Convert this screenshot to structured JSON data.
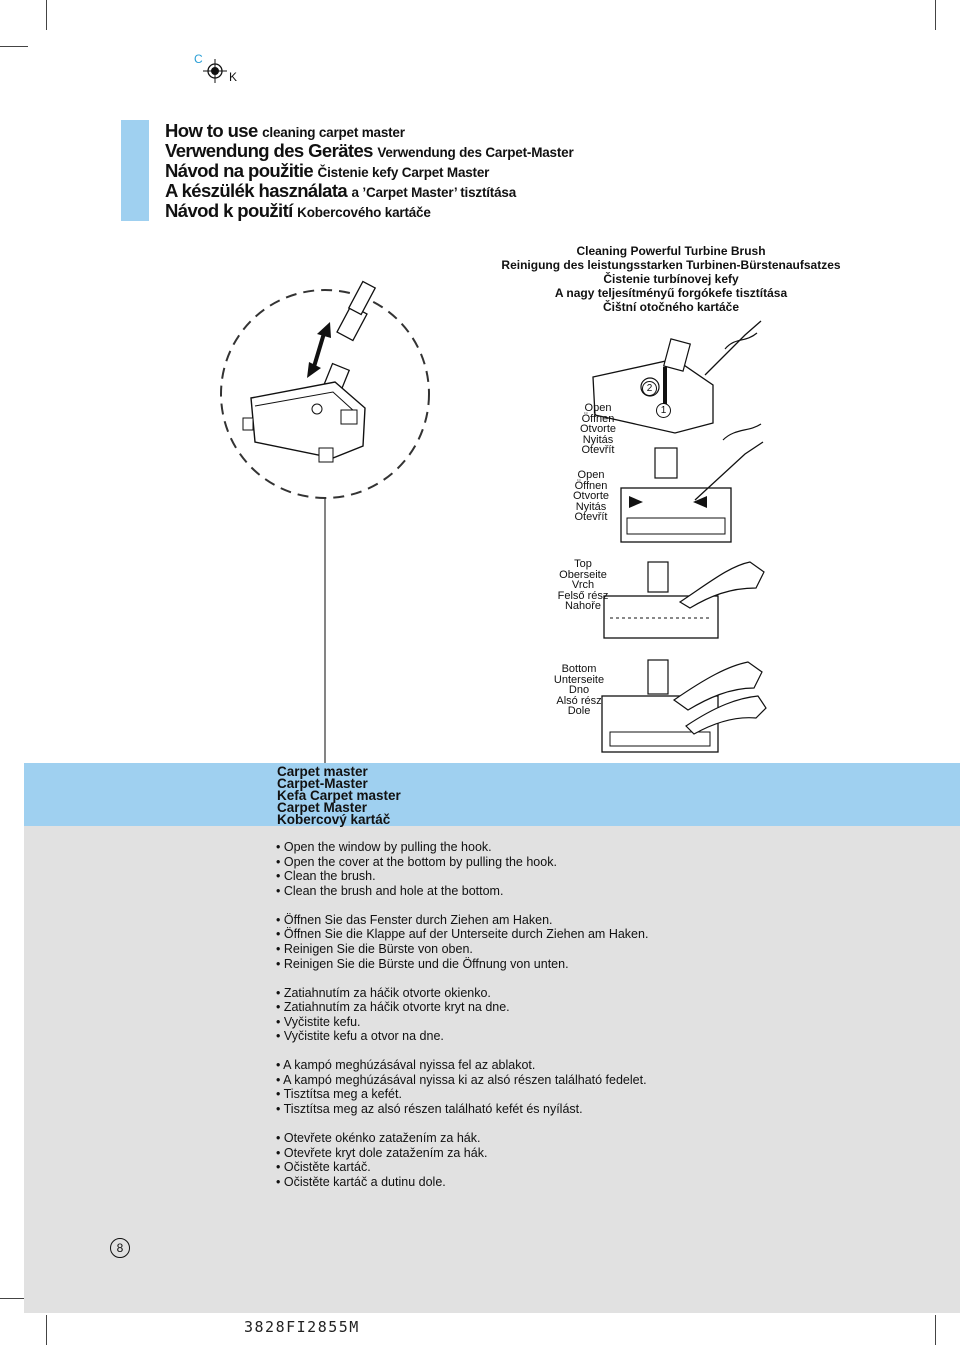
{
  "registration": {
    "c": "C",
    "k": "K"
  },
  "header": {
    "lines": [
      {
        "big": "How to use",
        "small": "cleaning carpet master"
      },
      {
        "big": "Verwendung des Gerätes",
        "small": "Verwendung des Carpet-Master"
      },
      {
        "big": "Návod na použitie",
        "small": "Čistenie kefy Carpet Master"
      },
      {
        "big": "A készülék használata",
        "small": "a ’Carpet Master’ tisztítása"
      },
      {
        "big": "Návod k použití",
        "small": "Kobercového kartáče"
      }
    ]
  },
  "subheading": [
    "Cleaning Powerful Turbine Brush",
    "Reinigung des leistungsstarken Turbinen-Bürstenaufsatzes",
    "Čistenie turbínovej kefy",
    "A nagy teljesítményű forgókefe tisztítása",
    "Čištní otočného kartáče"
  ],
  "labels": {
    "open1": [
      "Open",
      "Öffnen",
      "Otvorte",
      "Nyitás",
      "Otevřít"
    ],
    "open2": [
      "Open",
      "Öffnen",
      "Otvorte",
      "Nyitás",
      "Otevřít"
    ],
    "top": [
      "Top",
      "Oberseite",
      "Vrch",
      "Felső rész",
      "Nahoře"
    ],
    "bottom": [
      "Bottom",
      "Unterseite",
      "Dno",
      "Alsó rész",
      "Dole"
    ],
    "step1": "1",
    "step2": "2"
  },
  "band": [
    "Carpet master",
    "Carpet-Master",
    "Kefa Carpet master",
    "Carpet Master",
    "Kobercový kartáč"
  ],
  "instructions": [
    [
      "• Open the window by pulling the hook.",
      "• Open the cover at the bottom by pulling the hook.",
      "• Clean the brush.",
      "• Clean the brush and hole at the bottom."
    ],
    [
      "• Öffnen Sie das Fenster durch Ziehen am Haken.",
      "• Öffnen Sie die Klappe auf der Unterseite durch Ziehen am Haken.",
      "• Reinigen Sie die Bürste von oben.",
      "• Reinigen Sie die Bürste und die Öffnung von unten."
    ],
    [
      "• Zatiahnutím za háčik otvorte okienko.",
      "• Zatiahnutím za háčik otvorte kryt na dne.",
      "• Vyčistite kefu.",
      "• Vyčistite kefu a otvor na dne."
    ],
    [
      "• A kampó meghúzásával nyissa fel az ablakot.",
      "• A kampó meghúzásával nyissa ki az alsó részen található fedelet.",
      "• Tisztítsa meg a kefét.",
      "• Tisztítsa meg az alsó részen található kefét és nyílást."
    ],
    [
      "• Otevřete okénko zatažením za hák.",
      "• Otevřete kryt dole zatažením za hák.",
      "• Očistěte kartáč.",
      "• Očistěte kartáč a dutinu dole."
    ]
  ],
  "page_number": "8",
  "doc_code": "3828FI2855M",
  "colors": {
    "accent_blue": "#9fd0f0",
    "panel_grey": "#e1e1e1"
  }
}
